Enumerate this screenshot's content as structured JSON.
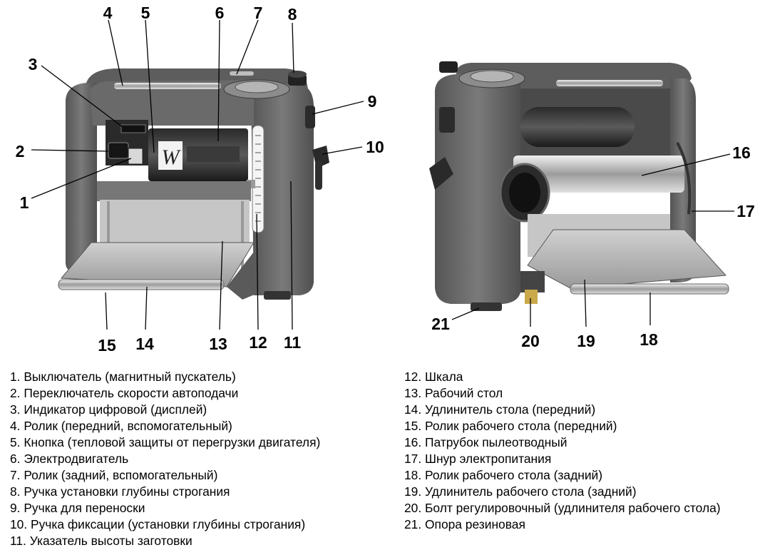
{
  "callouts": [
    "1",
    "2",
    "3",
    "4",
    "5",
    "6",
    "7",
    "8",
    "9",
    "10",
    "11",
    "12",
    "13",
    "14",
    "15",
    "16",
    "17",
    "18",
    "19",
    "20",
    "21"
  ],
  "machine_label": "W",
  "legend_left": [
    "1. Выключатель (магнитный пускатель)",
    "2. Переключатель скорости автоподачи",
    "3. Индикатор цифровой (дисплей)",
    "4. Ролик (передний, вспомогательный)",
    "5. Кнопка (тепловой защиты от перегрузки двигателя)",
    "6. Электродвигатель",
    "7. Ролик (задний, вспомогательный)",
    "8. Ручка установки глубины строгания",
    "9. Ручка для переноски",
    "10. Ручка фиксации (установки глубины строгания)",
    "11. Указатель высоты заготовки"
  ],
  "legend_right": [
    "12. Шкала",
    "13. Рабочий стол",
    "14. Удлинитель стола (передний)",
    "15. Ролик рабочего стола (передний)",
    "16. Патрубок пылеотводный",
    "17. Шнур электропитания",
    "18. Ролик рабочего стола (задний)",
    "19. Удлинитель рабочего стола (задний)",
    "20. Болт регулировочный (удлинителя рабочего стола)",
    "21. Опора резиновая"
  ],
  "colors": {
    "body": "#6e6e6e",
    "body_dark": "#454545",
    "panel": "#1e1e1e",
    "table": "#b9b9b9",
    "leader": "#000000"
  }
}
